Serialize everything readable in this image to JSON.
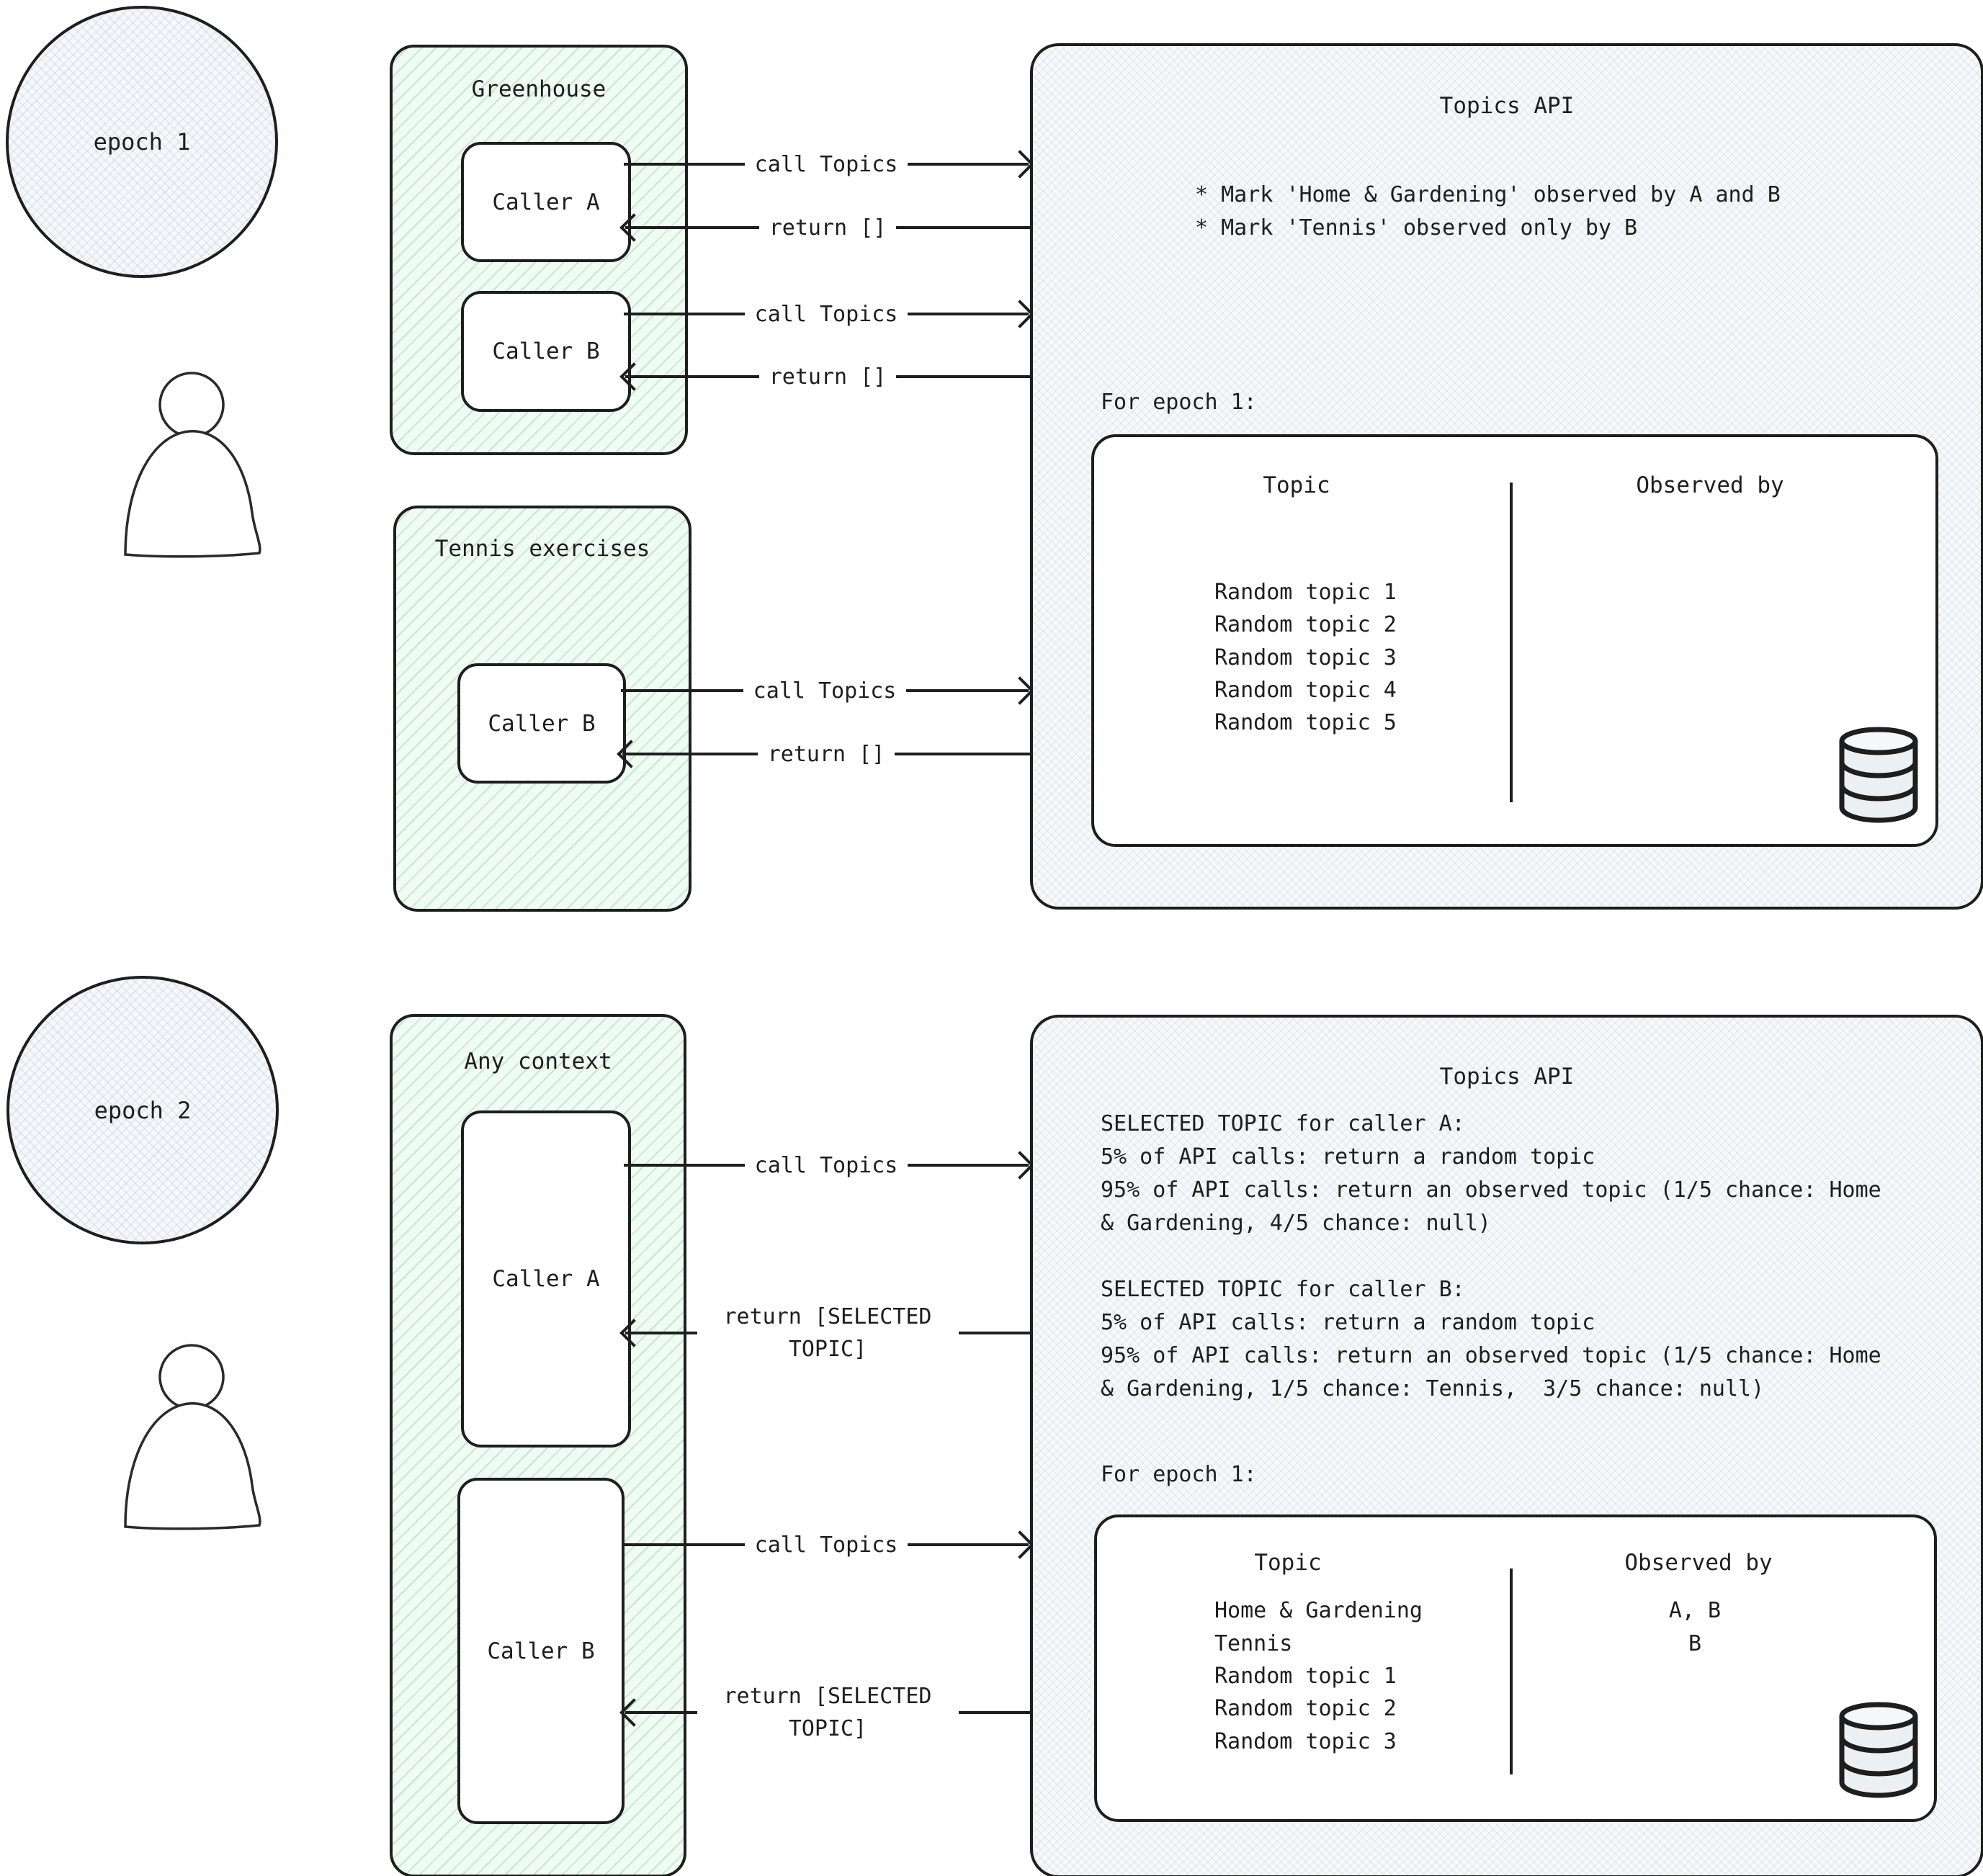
{
  "labels": {
    "call": "call Topics",
    "return_empty": "return []",
    "return_selected": "return [SELECTED TOPIC]"
  },
  "epoch1": {
    "label": "epoch 1",
    "greenhouse": {
      "title": "Greenhouse",
      "caller_a": "Caller A",
      "caller_b": "Caller B"
    },
    "tennis": {
      "title": "Tennis exercises",
      "caller_b": "Caller B"
    },
    "api": {
      "title": "Topics API",
      "bullets": [
        "* Mark 'Home & Gardening' observed by A and B",
        "* Mark 'Tennis' observed only by B"
      ],
      "epoch_label": "For epoch 1:",
      "table": {
        "topic_header": "Topic",
        "observed_header": "Observed by",
        "rows": [
          {
            "topic": "Random topic 1",
            "observed": ""
          },
          {
            "topic": "Random topic 2",
            "observed": ""
          },
          {
            "topic": "Random topic 3",
            "observed": ""
          },
          {
            "topic": "Random topic 4",
            "observed": ""
          },
          {
            "topic": "Random topic 5",
            "observed": ""
          }
        ]
      }
    }
  },
  "epoch2": {
    "label": "epoch 2",
    "any_context": {
      "title": "Any context",
      "caller_a": "Caller A",
      "caller_b": "Caller B"
    },
    "api": {
      "title": "Topics API",
      "lines": [
        "SELECTED TOPIC for caller A:",
        "5% of API calls: return a random topic",
        "95% of API calls: return an observed topic (1/5 chance: Home",
        "& Gardening, 4/5 chance: null)",
        "",
        "SELECTED TOPIC for caller B:",
        "5% of API calls: return a random topic",
        "95% of API calls: return an observed topic (1/5 chance: Home",
        "& Gardening, 1/5 chance: Tennis,  3/5 chance: null)"
      ],
      "epoch_label": "For epoch 1:",
      "table": {
        "topic_header": "Topic",
        "observed_header": "Observed by",
        "rows": [
          {
            "topic": "Home & Gardening",
            "observed": "A, B"
          },
          {
            "topic": "Tennis",
            "observed": "B"
          },
          {
            "topic": "Random topic 1",
            "observed": ""
          },
          {
            "topic": "Random topic 2",
            "observed": ""
          },
          {
            "topic": "Random topic 3",
            "observed": ""
          }
        ]
      }
    }
  },
  "icons": {
    "person": "person-icon",
    "database": "database-icon"
  },
  "colors": {
    "stroke": "#1e1e1e",
    "green_fill": "#f0fbf4",
    "green_hatch": "#42b983",
    "neutral_fill": "#f6f8fa",
    "neutral_hatch": "#96a3bc",
    "white": "#ffffff"
  }
}
